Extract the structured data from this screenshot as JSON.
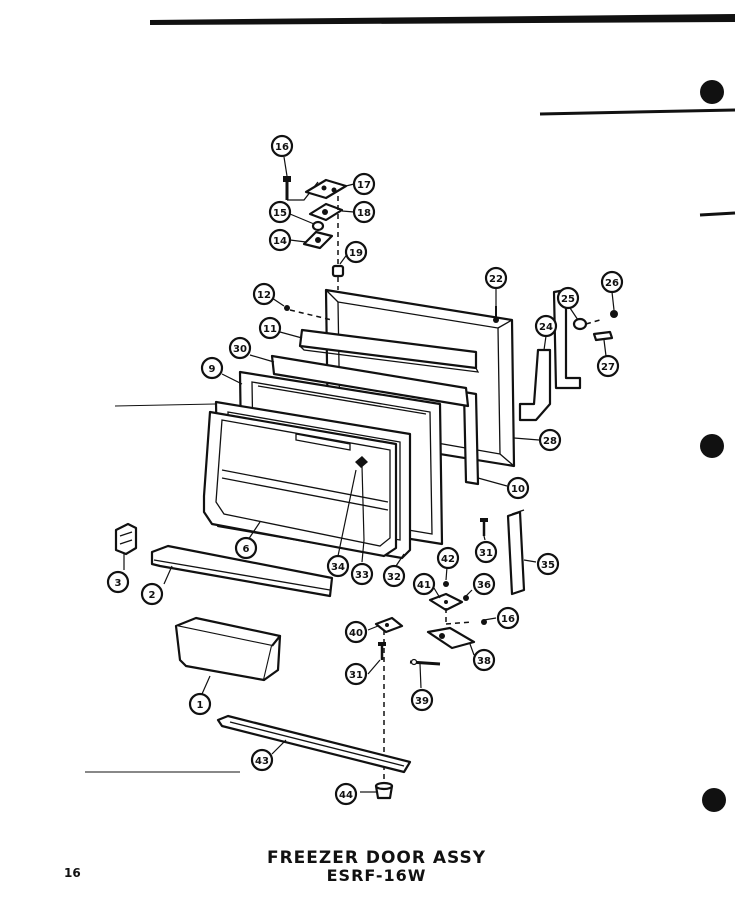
{
  "title": {
    "line1": "FREEZER DOOR ASSY",
    "line2": "ESRF-16W"
  },
  "page_number": "16",
  "callouts": [
    {
      "id": "c16a",
      "label": "16"
    },
    {
      "id": "c17",
      "label": "17"
    },
    {
      "id": "c18",
      "label": "18"
    },
    {
      "id": "c15",
      "label": "15"
    },
    {
      "id": "c14",
      "label": "14"
    },
    {
      "id": "c19",
      "label": "19"
    },
    {
      "id": "c12",
      "label": "12"
    },
    {
      "id": "c22",
      "label": "22"
    },
    {
      "id": "c25",
      "label": "25"
    },
    {
      "id": "c26",
      "label": "26"
    },
    {
      "id": "c11",
      "label": "11"
    },
    {
      "id": "c24",
      "label": "24"
    },
    {
      "id": "c30",
      "label": "30"
    },
    {
      "id": "c27",
      "label": "27"
    },
    {
      "id": "c9",
      "label": "9"
    },
    {
      "id": "c28",
      "label": "28"
    },
    {
      "id": "c10",
      "label": "10"
    },
    {
      "id": "c31a",
      "label": "31"
    },
    {
      "id": "c6",
      "label": "6"
    },
    {
      "id": "c34",
      "label": "34"
    },
    {
      "id": "c33",
      "label": "33"
    },
    {
      "id": "c32",
      "label": "32"
    },
    {
      "id": "c42",
      "label": "42"
    },
    {
      "id": "c35",
      "label": "35"
    },
    {
      "id": "c41",
      "label": "41"
    },
    {
      "id": "c36",
      "label": "36"
    },
    {
      "id": "c3",
      "label": "3"
    },
    {
      "id": "c2",
      "label": "2"
    },
    {
      "id": "c16b",
      "label": "16"
    },
    {
      "id": "c40",
      "label": "40"
    },
    {
      "id": "c38",
      "label": "38"
    },
    {
      "id": "c31b",
      "label": "31"
    },
    {
      "id": "c39",
      "label": "39"
    },
    {
      "id": "c1",
      "label": "1"
    },
    {
      "id": "c43",
      "label": "43"
    },
    {
      "id": "c44",
      "label": "44"
    }
  ]
}
